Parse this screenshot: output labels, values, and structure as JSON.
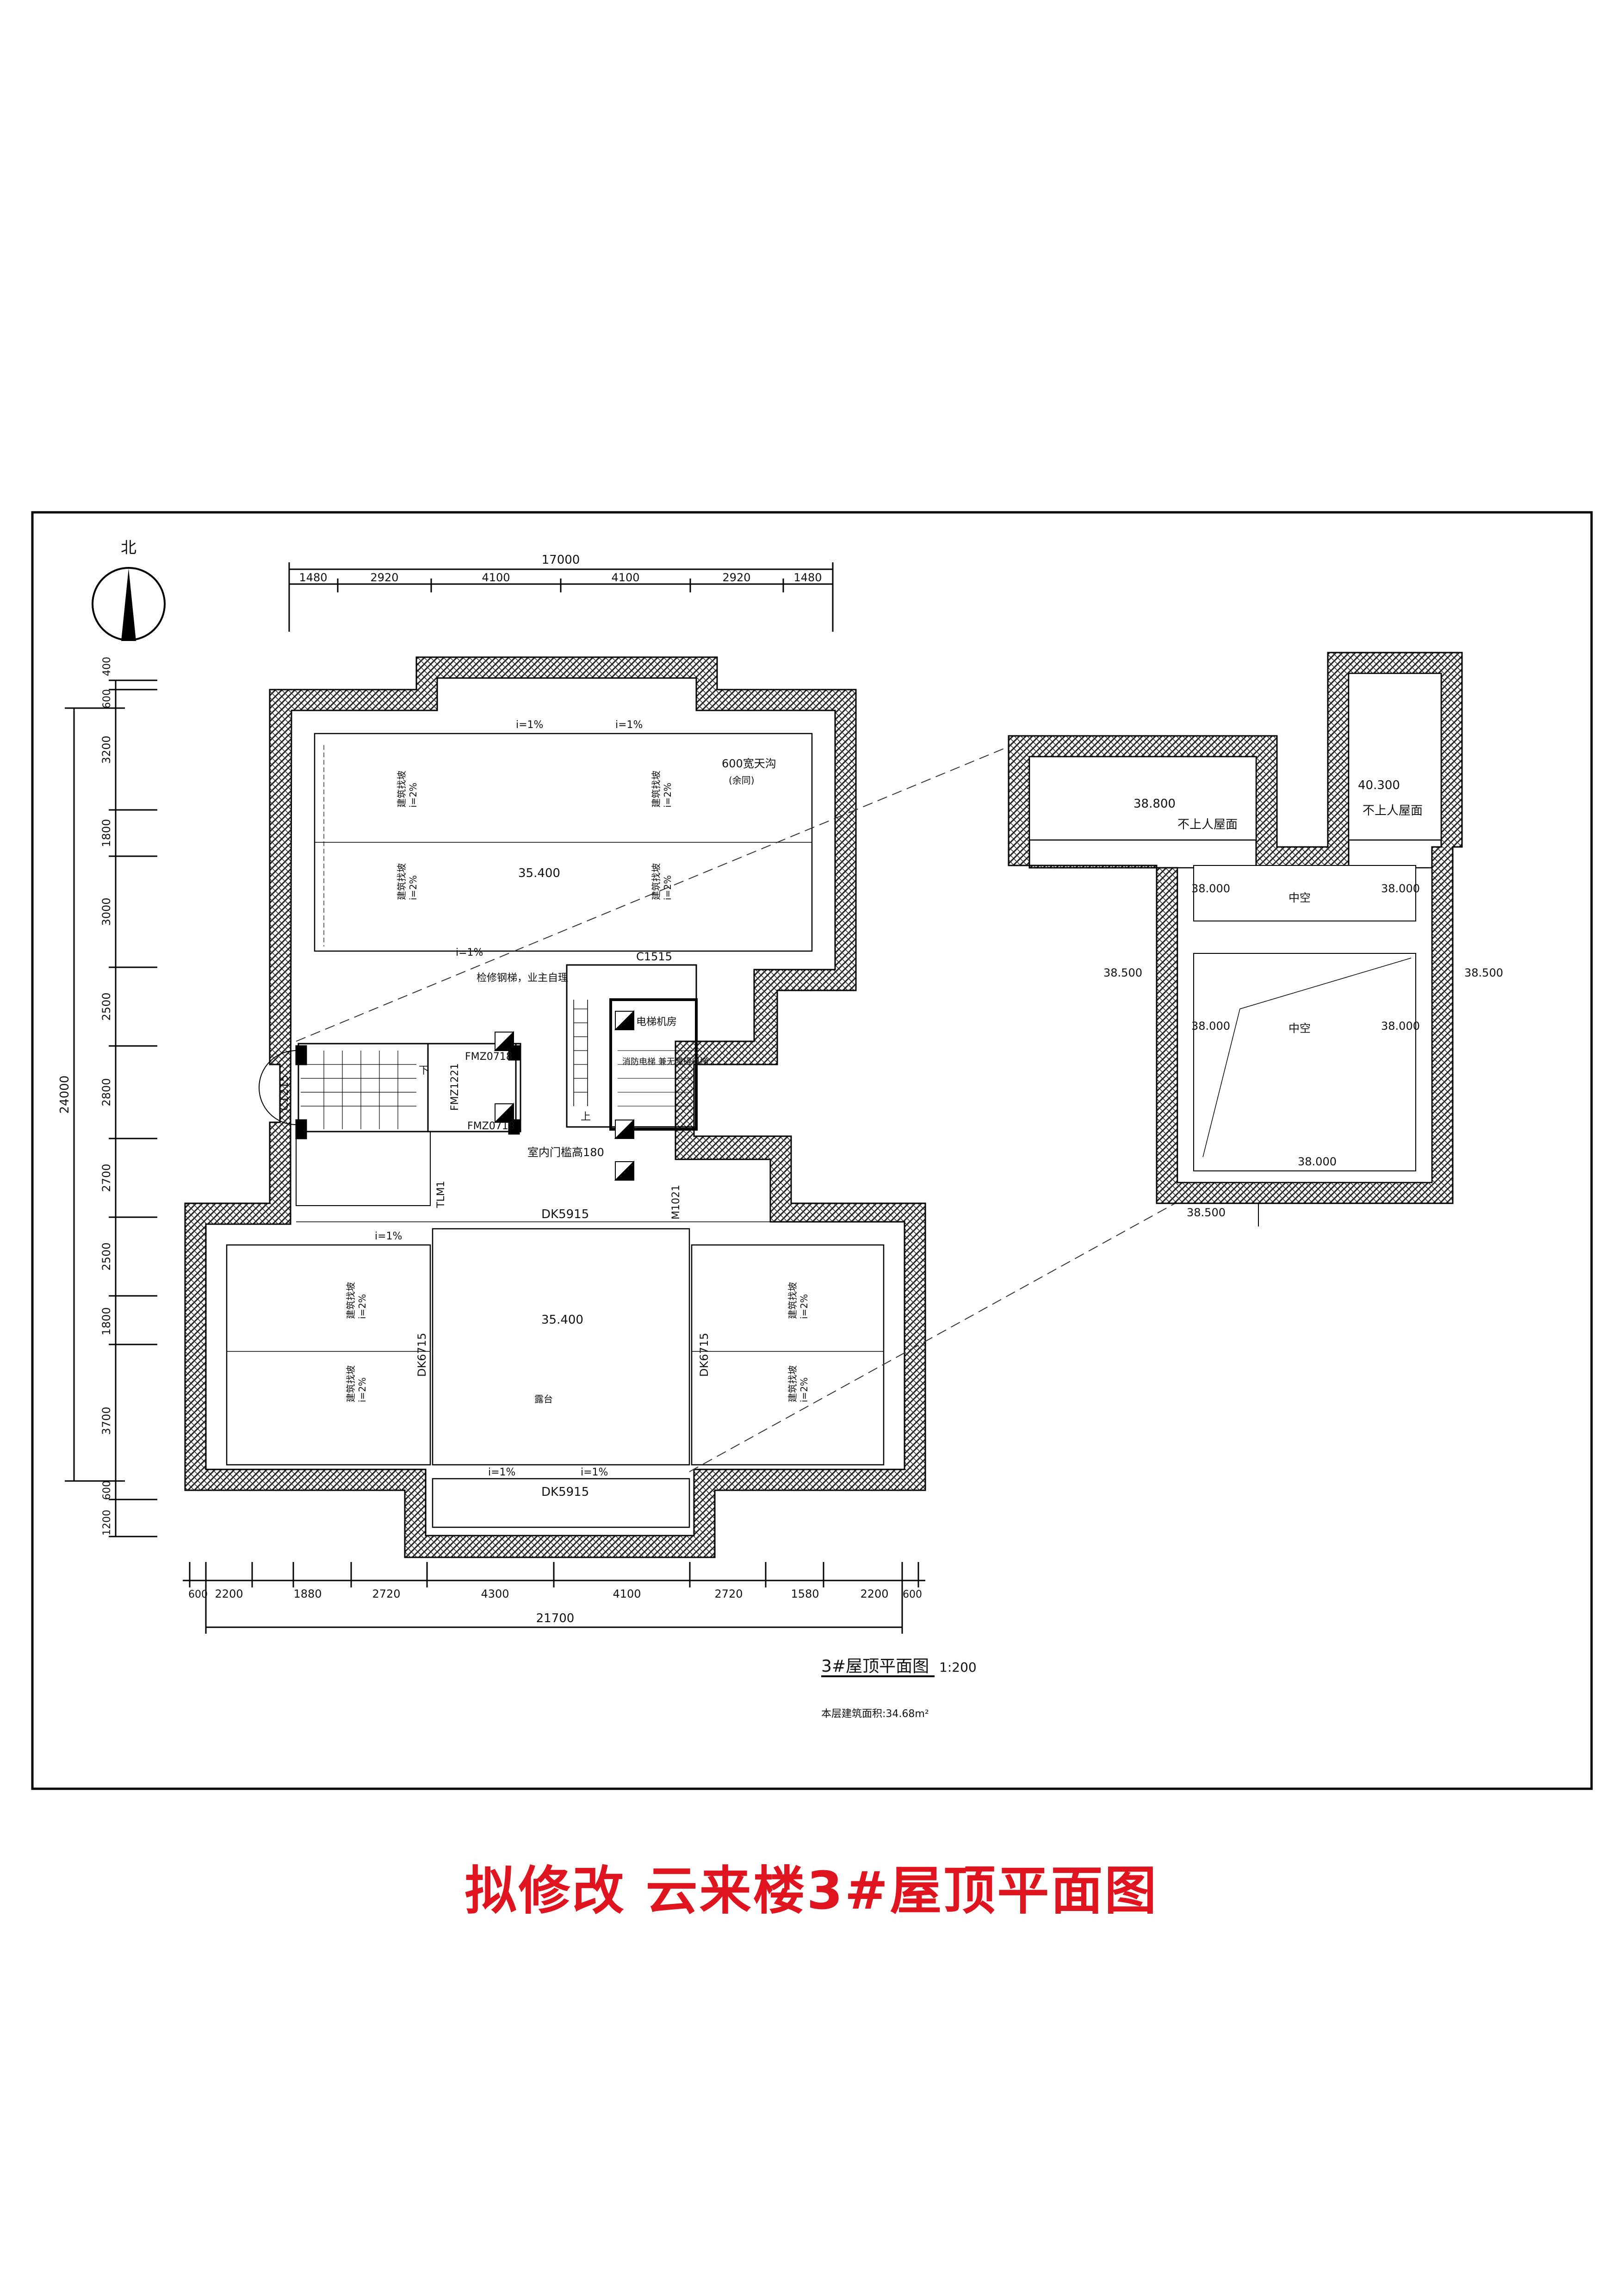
{
  "drawing": {
    "north_label": "北",
    "title": "3#屋顶平面图",
    "scale": "1:200",
    "area_note": "本层建筑面积:34.68m²"
  },
  "caption": "拟修改  云来楼3#屋顶平面图",
  "dimensions": {
    "top_total": "17000",
    "top": [
      "1480",
      "2920",
      "4100",
      "4100",
      "2920",
      "1480"
    ],
    "bottom_total": "21700",
    "bottom": [
      "600",
      "2200",
      "1880",
      "2720",
      "4300",
      "4100",
      "2720",
      "1580",
      "2200",
      "600"
    ],
    "left_total": "24000",
    "left": [
      "400",
      "600",
      "3200",
      "1800",
      "3000",
      "2500",
      "2800",
      "2700",
      "2500",
      "1800",
      "3700",
      "600",
      "1200"
    ]
  },
  "labels": {
    "slope_1": "i=1%",
    "slope_2": "i=2%",
    "slope_text": "建筑找坡",
    "elev_main": "35.400",
    "skylight": "600宽天沟",
    "skylight_sub": "(余同)",
    "c1515": "C1515",
    "c1215": "C1215",
    "fm_a": "FMZ0718",
    "fm_b": "FMZ1221",
    "fm_c": "FMZ0718",
    "tlm": "TLM1",
    "m1021": "M1021",
    "dk5915_top": "DK5915",
    "dk5915_bottom": "DK5915",
    "dk6715_left": "DK6715",
    "dk6715_right": "DK6715",
    "stair_note": "检修钢梯，业主自理",
    "threshold": "室内门槛高180",
    "machine_room": "电梯机房",
    "elevator": "消防电梯\n兼无障碍电梯",
    "terrace": "露台",
    "down": "下",
    "up": "上",
    "elev_38800": "38.800",
    "elev_40300": "40.300",
    "no_access_1": "不上人屋面",
    "no_access_2": "不上人屋面",
    "void_1": "中空",
    "void_2": "中空",
    "elev_38000_a": "38.000",
    "elev_38000_b": "38.000",
    "elev_38000_c": "38.000",
    "elev_38000_d": "38.000",
    "elev_38000_e": "38.000",
    "elev_38500_a": "38.500",
    "elev_38500_b": "38.500",
    "elev_38500_c": "38.500"
  }
}
